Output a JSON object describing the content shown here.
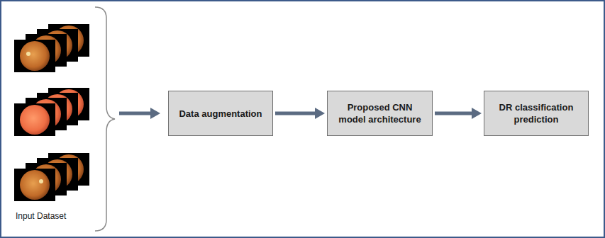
{
  "diagram": {
    "nodes": [
      {
        "text": [
          "Data augmentation"
        ]
      },
      {
        "text": [
          "Proposed CNN model architecture"
        ]
      },
      {
        "text": [
          "DR classification prediction"
        ]
      }
    ],
    "edges": [
      {
        "from": 0,
        "to": 1,
        "arrow": "to"
      },
      {
        "from": 1,
        "to": 2,
        "arrow": "to"
      }
    ],
    "labels": [
      "Input Dataset"
    ]
  }
}
